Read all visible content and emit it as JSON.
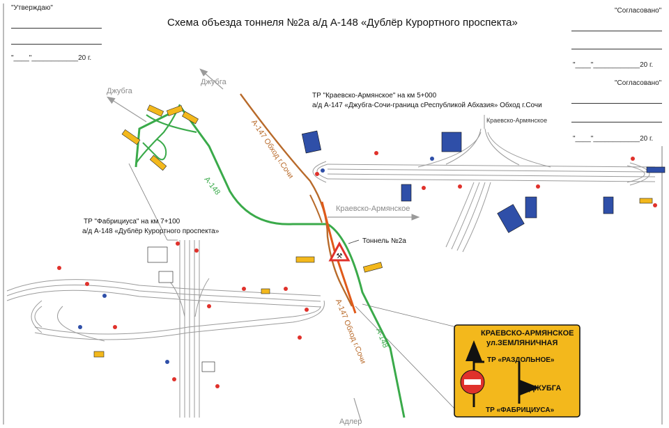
{
  "left_approval": {
    "label": "\"Утверждаю\"",
    "date": "\"____\"____________20     г."
  },
  "title": "Схема объезда тоннеля №2а а/д А-148 «Дублёр Курортного проспекта»",
  "right_approval_1": {
    "label": "\"Согласовано\"",
    "date": "\"____\"____________20     г."
  },
  "right_approval_2": {
    "label": "\"Согласовано\"",
    "date": "\"____\"____________20     г."
  },
  "tp_kraevsko": {
    "line1": "ТР \"Краевско-Армянское\" на км 5+000",
    "line2": "а/д А-147 «Джубга-Сочи-граница сРеспубликой Абхазия» Обход г.Сочи"
  },
  "tp_fabritsius": {
    "line1": "ТР \"Фабрициуса\" на км 7+100",
    "line2": "а/д А-148 «Дублёр Курортного проспекта»"
  },
  "directions": {
    "dzhubga_1": "Джубга",
    "dzhubga_2": "Джубга",
    "kraevsko_arrow": "Краевско-Армянское",
    "kraevsko_small": "Краевско-Армянское",
    "adler": "Адлер"
  },
  "road_labels": {
    "a148_top": "А-148",
    "a148_bottom": "А-148",
    "a147_top": "А-147 Обход г.Сочи",
    "a147_bottom": "А-147 Обход г.Сочи"
  },
  "tunnel_label": "Тоннель №2а",
  "info_sign": {
    "line1": "КРАЕВСКО-АРМЯНСКОЕ",
    "line2": "ул.ЗЕМЛЯНИЧНАЯ",
    "line3": "ТР «РАЗДОЛЬНОЕ»",
    "line4": "ДЖУБГА",
    "line5": "ТР «ФАБРИЦИУСА»"
  },
  "colors": {
    "a148": "#3aaa4a",
    "a147": "#b86a2a",
    "detour": "#e05a1a",
    "sign_bg": "#f3b81c",
    "road": "#9a9a9a"
  }
}
